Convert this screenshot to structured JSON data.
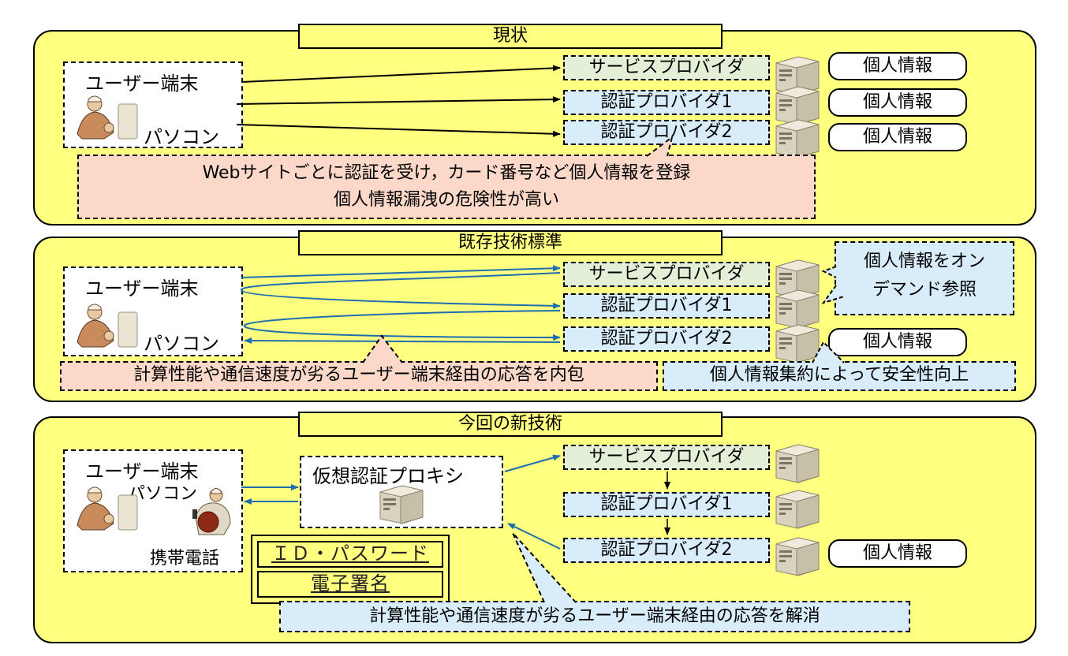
{
  "panels": {
    "current": {
      "title": "現状",
      "user_terminal": "ユーザー端末",
      "pc": "パソコン",
      "providers": [
        "サービスプロバイダ",
        "認証プロバイダ1",
        "認証プロバイダ2"
      ],
      "personal_info": [
        "個人情報",
        "個人情報",
        "個人情報"
      ],
      "note_line1": "Webサイトごとに認証を受け，カード番号など個人情報を登録",
      "note_line2": "個人情報漏洩の危険性が高い"
    },
    "existing": {
      "title": "既存技術標準",
      "user_terminal": "ユーザー端末",
      "pc": "パソコン",
      "providers": [
        "サービスプロバイダ",
        "認証プロバイダ1",
        "認証プロバイダ2"
      ],
      "ondemand_line1": "個人情報をオン",
      "ondemand_line2": "デマンド参照",
      "personal_info": "個人情報",
      "note_left": "計算性能や通信速度が劣るユーザー端末経由の応答を内包",
      "note_right": "個人情報集約によって安全性向上"
    },
    "new": {
      "title": "今回の新技術",
      "user_terminal": "ユーザー端末",
      "pc": "パソコン",
      "mobile": "携帯電話",
      "proxy": "仮想認証プロキシ",
      "providers": [
        "サービスプロバイダ",
        "認証プロバイダ1",
        "認証プロバイダ2"
      ],
      "personal_info": "個人情報",
      "cred_id": "ＩＤ・パスワード",
      "cred_sig": "電子署名",
      "note": "計算性能や通信速度が劣るユーザー端末経由の応答を解消"
    }
  },
  "colors": {
    "panel": "#ffff80",
    "service_provider": "#e4efd8",
    "auth_provider": "#d9ecfa",
    "note_pink": "#fbd8c8",
    "blue_arrow": "#1f6fb0"
  },
  "icons": [
    "server-icon",
    "person-icon",
    "phone-person-icon"
  ]
}
